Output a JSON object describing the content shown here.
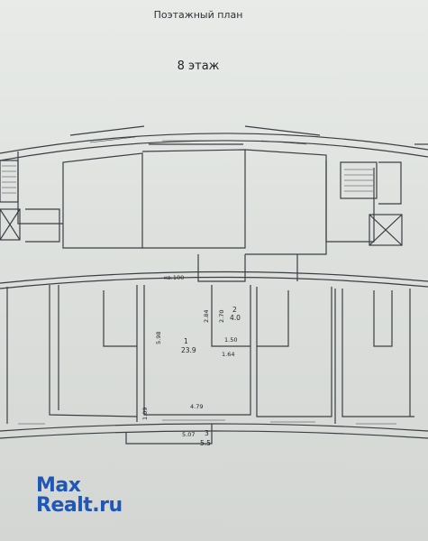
{
  "header": {
    "title": "Поэтажный план",
    "floor": "8 этаж"
  },
  "labels": {
    "corridor": "кв.100",
    "room1_num": "1",
    "room1_area": "23.9",
    "room2_num": "2",
    "room2_area": "4.0",
    "room3_num": "3",
    "room3_area": "5.5",
    "dim_598": "5.98",
    "dim_284": "2.84",
    "dim_270": "2.70",
    "dim_150": "1.50",
    "dim_164": "1.64",
    "dim_479": "4.79",
    "dim_507": "5.07",
    "dim_109": "1.09"
  },
  "watermark": {
    "line1": "Max",
    "line2": "Realt.ru",
    "color": "#1f57b8"
  },
  "colors": {
    "wall": "#3a3f44",
    "paper": "#e4e7e4"
  }
}
